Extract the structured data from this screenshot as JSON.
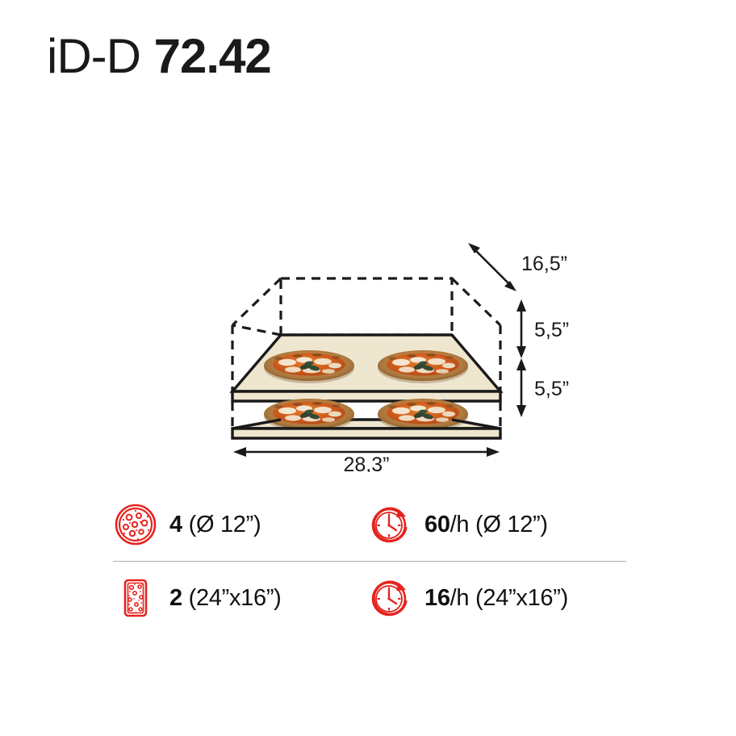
{
  "title": {
    "model": "iD-D",
    "number": "72.42"
  },
  "diagram": {
    "name": "pizza-oven-two-deck-perspective",
    "decks": 2,
    "pizzas_per_deck": 2,
    "colors": {
      "deck_surface": "#EFE6CF",
      "deck_edge": "#1a1a1a",
      "chamber_outline": "#1a1a1a",
      "dimension_line": "#1a1a1a"
    },
    "dimensions": {
      "depth": "16,5”",
      "height_upper": "5,5”",
      "height_lower": "5,5”",
      "width": "28,3”"
    }
  },
  "specs": {
    "rows": [
      {
        "left": {
          "icon": "round-pizza-icon",
          "qty": "4",
          "rest": " (Ø 12”)"
        },
        "right": {
          "icon": "clock-rate-icon",
          "qty": "60",
          "rest": "/h (Ø 12”)"
        }
      },
      {
        "left": {
          "icon": "rectangular-tray-pizza-icon",
          "qty": "2",
          "rest": " (24”x16”)"
        },
        "right": {
          "icon": "clock-rate-icon",
          "qty": "16",
          "rest": "/h (24”x16”)"
        }
      }
    ],
    "accent_color": "#E52420"
  }
}
